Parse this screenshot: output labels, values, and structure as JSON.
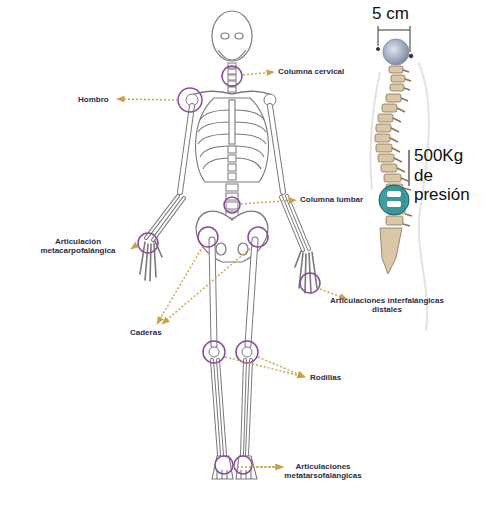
{
  "diagram": {
    "labels": [
      "5 cm",
      "Columna cervical",
      "Hombro",
      "500Kg de presión",
      "Columna lumbar",
      "Articulación metacarpofalángica",
      "Articulaciones interfalángicas distales",
      "Caderas",
      "Rodillas",
      "Articulaciones metatarsofalángicas"
    ]
  }
}
